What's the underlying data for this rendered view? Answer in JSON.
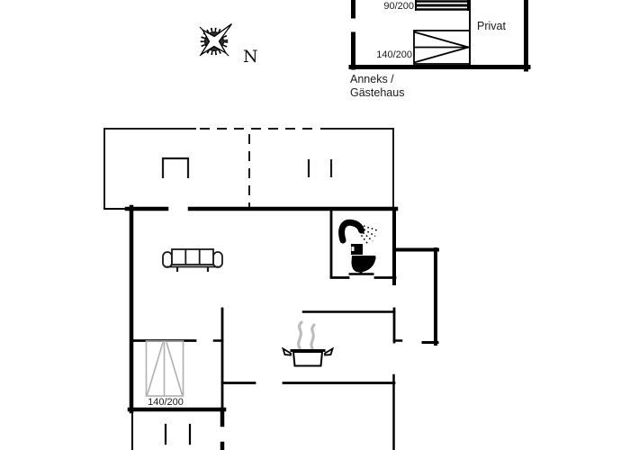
{
  "colors": {
    "line": "#000000",
    "bed_gray": "#b0b0b0",
    "steam_gray": "#bcbcbc",
    "background": "#ffffff"
  },
  "compass": {
    "north_label": "N"
  },
  "annex": {
    "caption_line1": "Anneks /",
    "caption_line2": "Gästehaus",
    "private_room_label": "Privat",
    "bed_single_label": "90/200",
    "bed_double_label": "140/200"
  },
  "main_house": {
    "bed_double_label": "140/200"
  },
  "icons": {
    "compass": "compass-rose-icon",
    "sofa": "sofa-icon",
    "shower": "shower-icon",
    "toilet": "toilet-icon",
    "stove": "cooking-pot-icon",
    "bed_single": "bed-single-icon",
    "bed_double_annex": "bed-double-icon",
    "bed_double_main": "bed-double-icon"
  }
}
